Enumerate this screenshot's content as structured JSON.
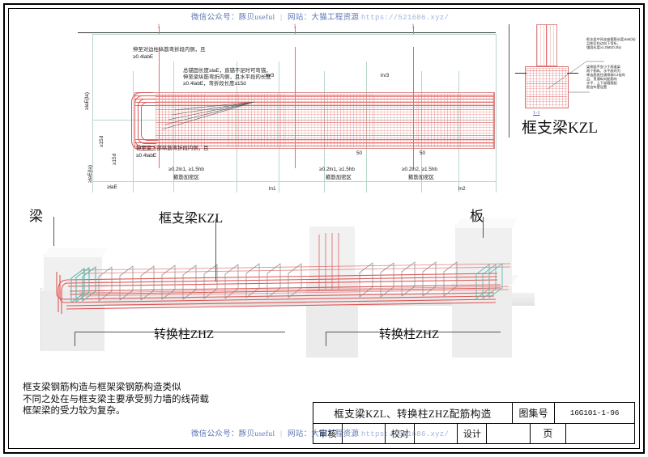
{
  "watermark": {
    "wechat_label": "微信公众号：豚贝useful",
    "separator": "|",
    "site_label": "网站：大猫工程资源",
    "url": "https://521686.xyz/"
  },
  "elevation": {
    "column_marks": [
      "1",
      "1",
      "1"
    ],
    "annotations": [
      "伸至对边柱纵筋弯折段内侧，且",
      "≥0.4labE",
      "总锚固长度≥laE，直锚不足时可弯锚，",
      "伸至梁纵筋弯折内侧，且水平段的长度",
      "≥0.4labE，弯折段长度≥15d",
      "伸至梁上部纵筋弯折段内侧，且",
      "≥0.4labE"
    ],
    "vertical_dims": [
      "≥laE(la)",
      "≥15d",
      "≥15d",
      "≥laE(la)"
    ],
    "span_dims": [
      "ln/3",
      "ln/3"
    ],
    "bottom_dims": [
      "≥laE",
      "ln1",
      "ln2"
    ],
    "offsets": [
      "50",
      "50"
    ],
    "stirrup_zones": [
      {
        "dim": "≥0.2ln1, ≥1.5hb",
        "label": "箍筋加密区"
      },
      {
        "dim": "≥0.2ln1, ≥1.5hb",
        "label": "箍筋加密区"
      },
      {
        "dim": "≥0.2ln2, ≥1.5hb",
        "label": "箍筋加密区"
      }
    ]
  },
  "section_detail": {
    "marker": "1-1",
    "notes": [
      "框支梁中间支座箍筋长度≥laE(la)",
      "且伸至柱边向下弯折，",
      "锚固长度≥1.2laE(0.2la)",
      "梁侧面不宜小于两道梁",
      "两个侧纵、水平段的为",
      "牵连筋直径通常取0.2倍的",
      "且、贯通纵向配筋的",
      "水平、上下部箍筋配",
      "筋宜布置设置"
    ],
    "title": "框支梁KZL"
  },
  "iso_view": {
    "labels": {
      "beam_left": "梁",
      "kzl": "框支梁KZL",
      "slab": "板",
      "column_left": "转换柱ZHZ",
      "column_right": "转换柱ZHZ"
    }
  },
  "notes": [
    "框支梁钢筋构造与框架梁钢筋构造类似",
    "不同之处在与框支梁主要承受剪力墙的线荷载",
    "框架梁的受力较为复杂。"
  ],
  "title_block": {
    "drawing_title": "框支梁KZL、转换柱ZHZ配筋构造",
    "atlas_key": "图集号",
    "atlas_value": "16G101-1-96",
    "review_label": "审核",
    "review_value": "",
    "check_label": "校对",
    "check_value": "",
    "design_label": "设计",
    "design_value": "",
    "page_label": "页",
    "page_value": ""
  },
  "colors": {
    "rebar_red": "#e05555",
    "stirrup_teal": "#53b5a8",
    "dim_green": "#7fc3a2",
    "watermark_blue": "#3f5fa8",
    "concrete_gray": "#e8e8e8"
  }
}
